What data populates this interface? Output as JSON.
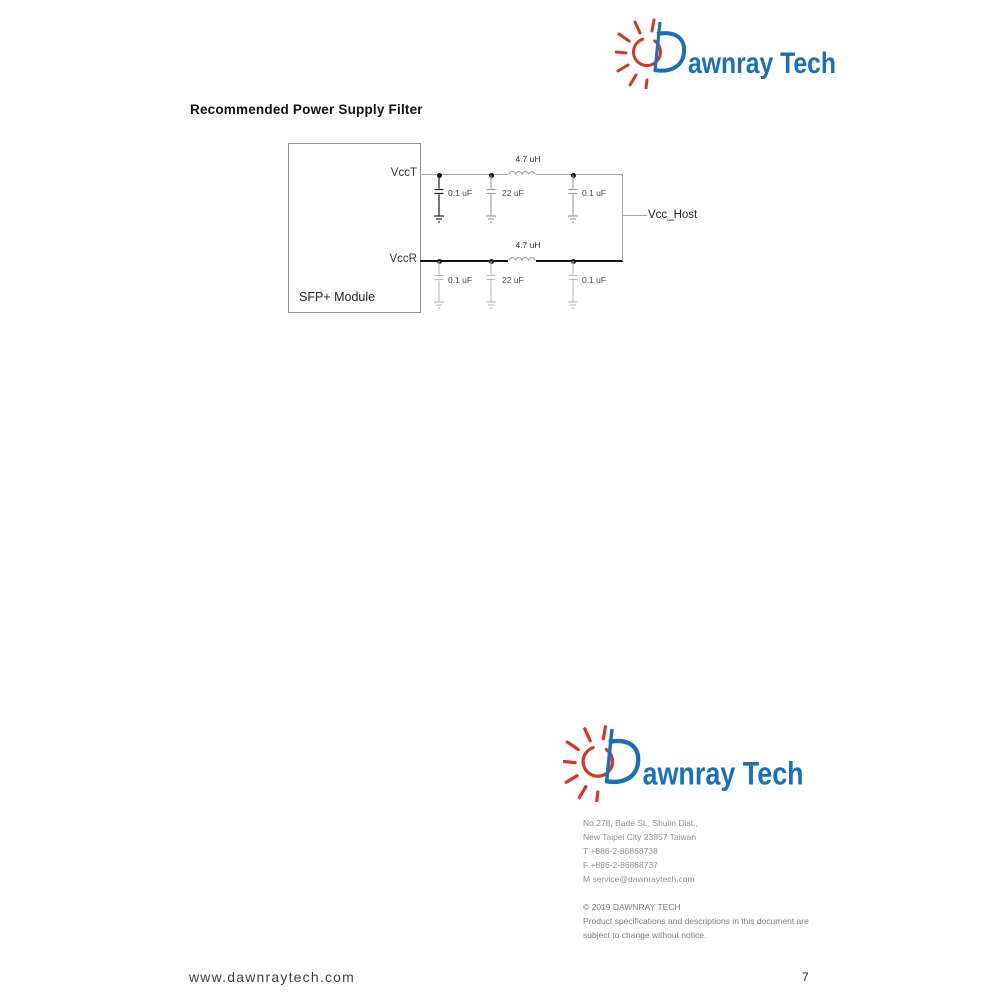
{
  "brand": {
    "name_rest": "awnray Tech",
    "blue": "#1b6fb5",
    "red": "#cf3a28"
  },
  "heading": "Recommended Power Supply Filter",
  "schematic": {
    "module_label": "SFP+ Module",
    "host_label": "Vcc_Host",
    "rails": [
      {
        "name": "VccT",
        "inductor": "4.7 uH",
        "caps": [
          "0.1 uF",
          "22 uF",
          "0.1 uF"
        ]
      },
      {
        "name": "VccR",
        "inductor": "4.7 uH",
        "caps": [
          "0.1 uF",
          "22 uF",
          "0.1 uF"
        ]
      }
    ]
  },
  "contact": {
    "address_line1": "No.278, Bade St., Shulin Dist.,",
    "address_line2": "New Taipei City 23857 Taiwan",
    "tel": "T +886-2-86868738",
    "fax": "F +886-2-86868737",
    "mail": "M service@dawnraytech.com",
    "copyright": "© 2019 DAWNRAY TECH",
    "notice_line1": "Product specifications and descriptions in this document are",
    "notice_line2": "subject to change without notice."
  },
  "footer": {
    "website": "www.dawnraytech.com",
    "page_number": "7"
  }
}
